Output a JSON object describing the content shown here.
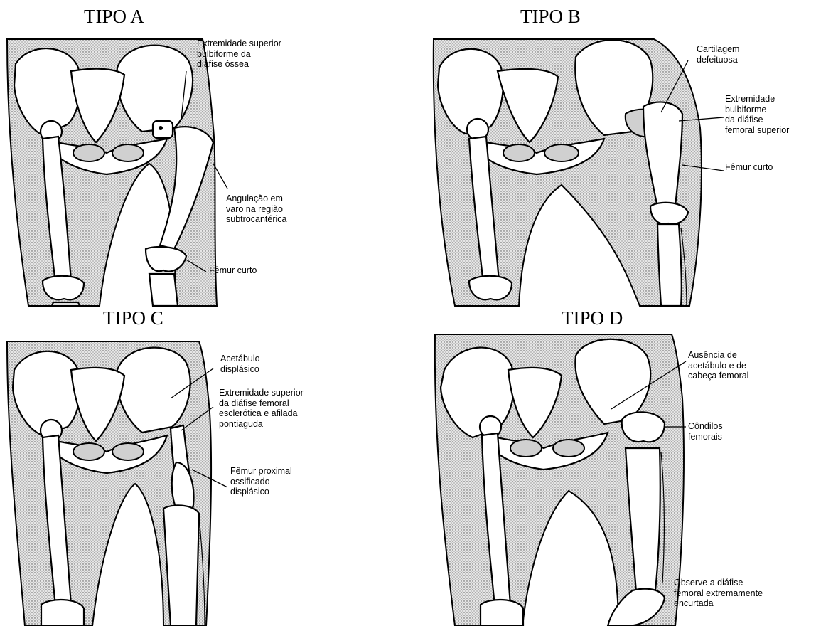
{
  "panels": [
    {
      "title": "TIPO A",
      "labels": [
        "Extremidade superior\nbulbiforme  da\ndiáfise óssea",
        "Angulação em\nvaro na região\nsubtrocantérica",
        "Fêmur curto"
      ]
    },
    {
      "title": "TIPO B",
      "labels": [
        "Cartilagem\ndefeituosa",
        "Extremidade\nbulbiforme\nda diáfise\nfemoral superior",
        "Fêmur curto"
      ]
    },
    {
      "title": "TIPO C",
      "labels": [
        "Acetábulo\ndisplásico",
        "Extremidade superior\nda diáfise femoral\nesclerótica e afilada\npontiaguda",
        "Fêmur proximal\nossificado\ndisplásico"
      ]
    },
    {
      "title": "TIPO D",
      "labels": [
        "Ausência de\nacetábulo e de\ncabeça femoral",
        "Côndilos\nfemorais",
        "Observe a diáfise\nfemoral extremamente\nencurtada"
      ]
    }
  ]
}
